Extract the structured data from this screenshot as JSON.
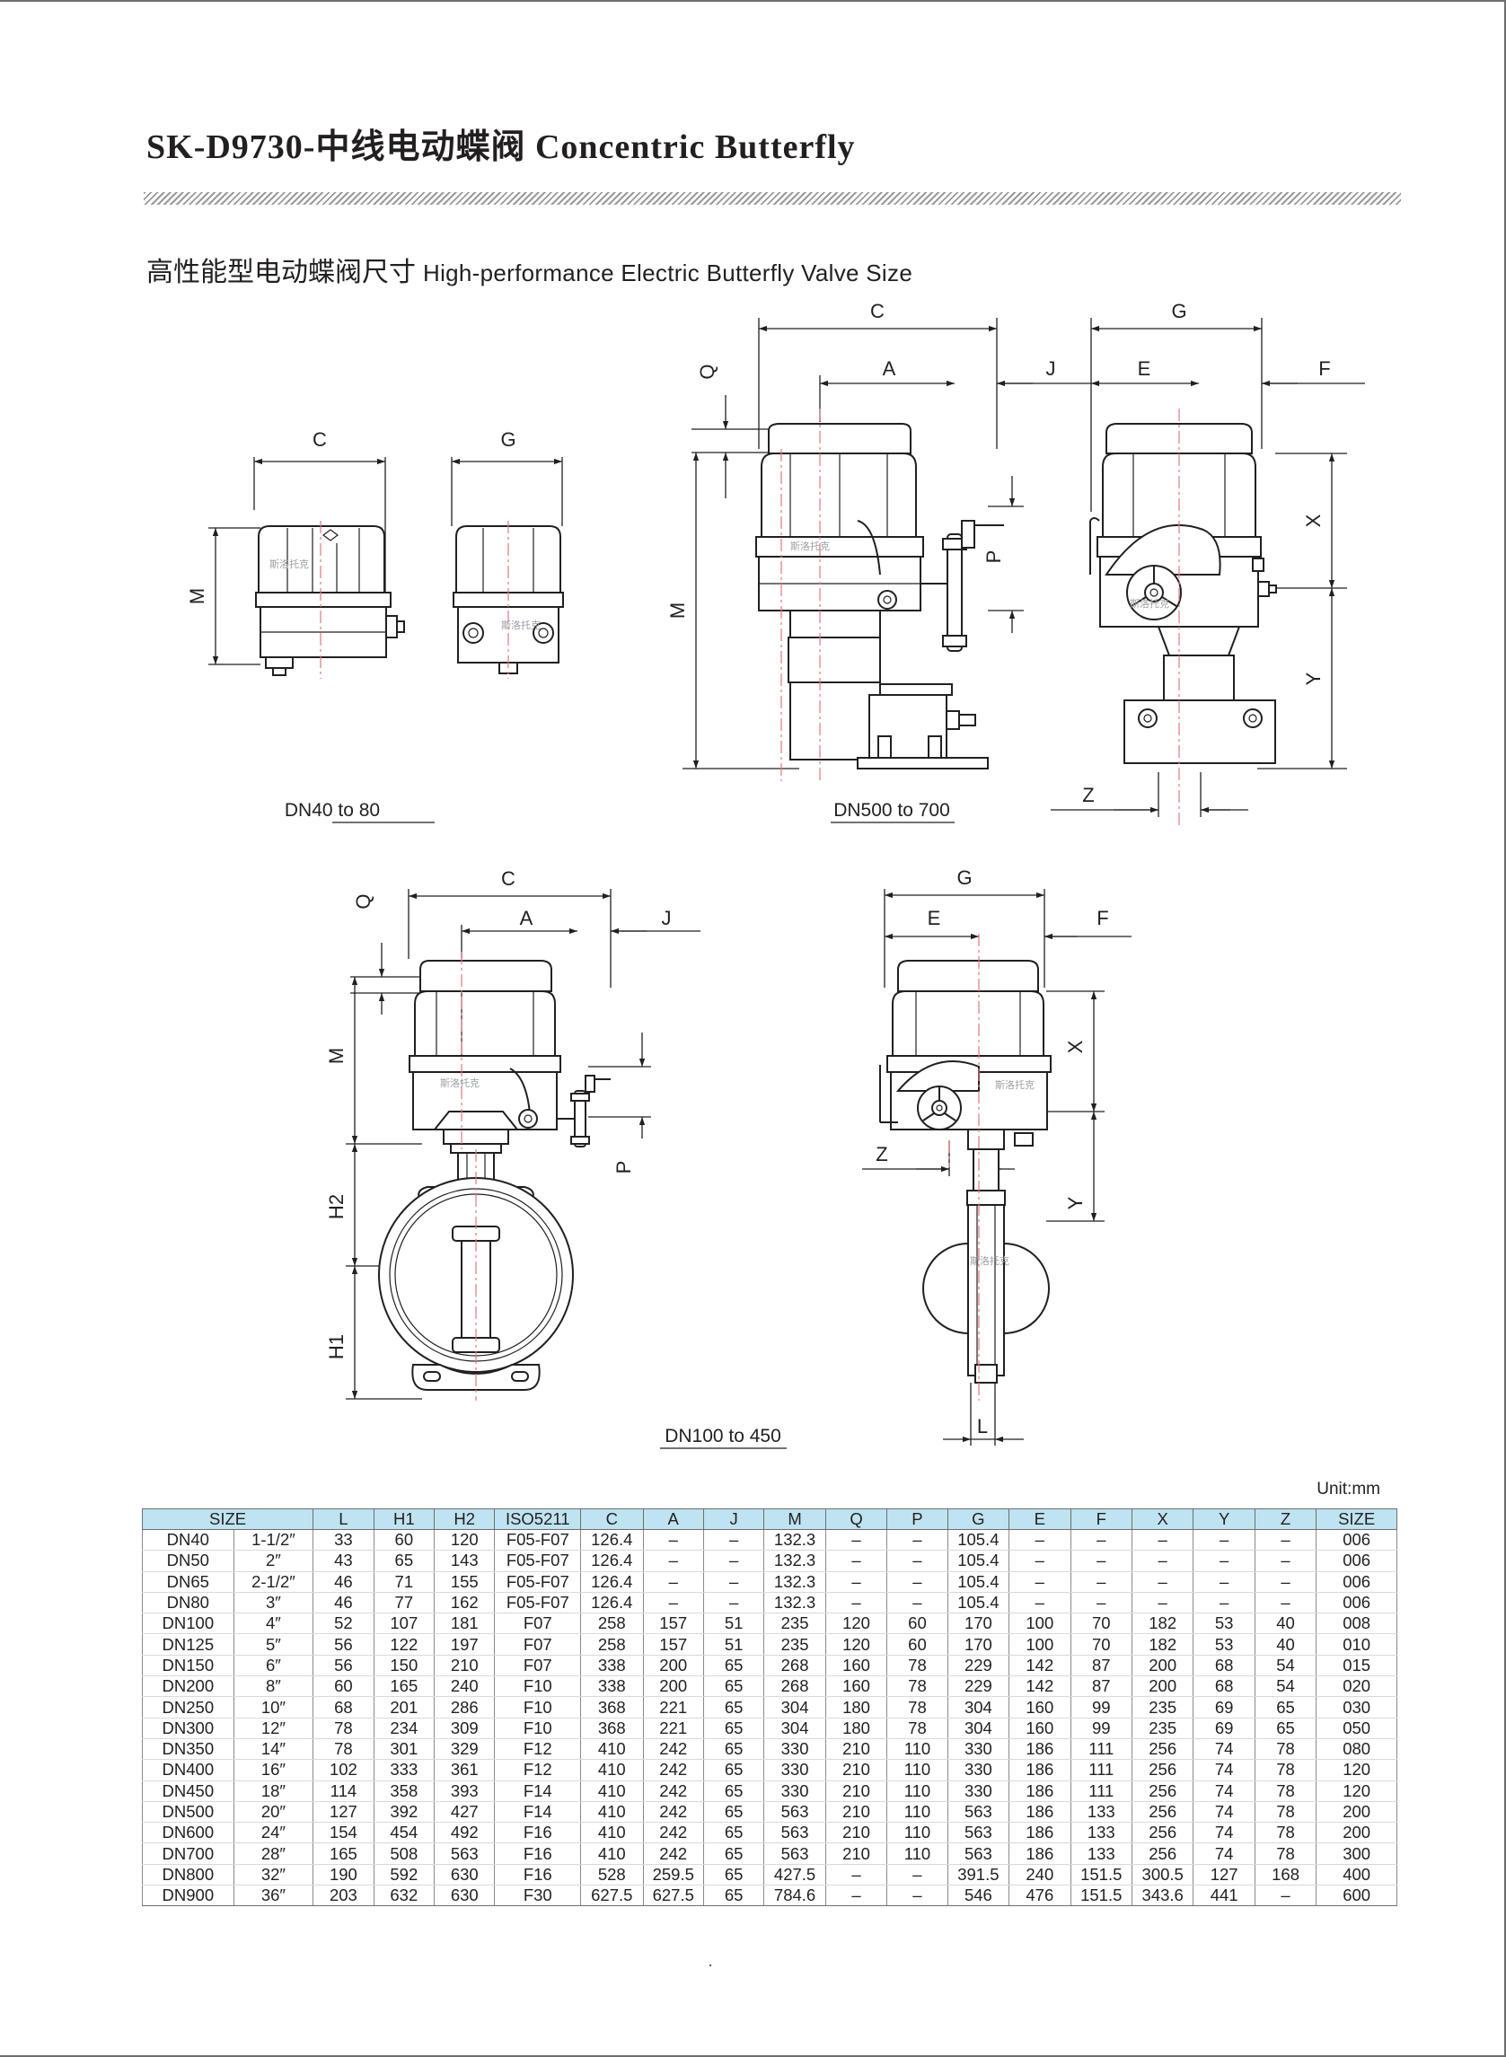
{
  "page": {
    "title": "SK-D9730-中线电动蝶阀 Concentric Butterfly",
    "section_cn": "高性能型电动蝶阀尺寸",
    "section_en": "High-performance Electric Butterfly Valve Size",
    "unit": "Unit:mm"
  },
  "drawings": {
    "captions": {
      "small": "DN40 to 80",
      "large": "DN500 to 700",
      "wafer": "DN100 to 450"
    },
    "watermark": "斯洛托克"
  },
  "table": {
    "headers": [
      "SIZE",
      "L",
      "H1",
      "H2",
      "ISO5211",
      "C",
      "A",
      "J",
      "M",
      "Q",
      "P",
      "G",
      "E",
      "F",
      "X",
      "Y",
      "Z",
      "SIZE"
    ],
    "rows": [
      [
        "DN40",
        "1-1/2″",
        "33",
        "60",
        "120",
        "F05-F07",
        "126.4",
        "–",
        "–",
        "132.3",
        "–",
        "–",
        "105.4",
        "–",
        "–",
        "–",
        "–",
        "–",
        "006"
      ],
      [
        "DN50",
        "2″",
        "43",
        "65",
        "143",
        "F05-F07",
        "126.4",
        "–",
        "–",
        "132.3",
        "–",
        "–",
        "105.4",
        "–",
        "–",
        "–",
        "–",
        "–",
        "006"
      ],
      [
        "DN65",
        "2-1/2″",
        "46",
        "71",
        "155",
        "F05-F07",
        "126.4",
        "–",
        "–",
        "132.3",
        "–",
        "–",
        "105.4",
        "–",
        "–",
        "–",
        "–",
        "–",
        "006"
      ],
      [
        "DN80",
        "3″",
        "46",
        "77",
        "162",
        "F05-F07",
        "126.4",
        "–",
        "–",
        "132.3",
        "–",
        "–",
        "105.4",
        "–",
        "–",
        "–",
        "–",
        "–",
        "006"
      ],
      [
        "DN100",
        "4″",
        "52",
        "107",
        "181",
        "F07",
        "258",
        "157",
        "51",
        "235",
        "120",
        "60",
        "170",
        "100",
        "70",
        "182",
        "53",
        "40",
        "008"
      ],
      [
        "DN125",
        "5″",
        "56",
        "122",
        "197",
        "F07",
        "258",
        "157",
        "51",
        "235",
        "120",
        "60",
        "170",
        "100",
        "70",
        "182",
        "53",
        "40",
        "010"
      ],
      [
        "DN150",
        "6″",
        "56",
        "150",
        "210",
        "F07",
        "338",
        "200",
        "65",
        "268",
        "160",
        "78",
        "229",
        "142",
        "87",
        "200",
        "68",
        "54",
        "015"
      ],
      [
        "DN200",
        "8″",
        "60",
        "165",
        "240",
        "F10",
        "338",
        "200",
        "65",
        "268",
        "160",
        "78",
        "229",
        "142",
        "87",
        "200",
        "68",
        "54",
        "020"
      ],
      [
        "DN250",
        "10″",
        "68",
        "201",
        "286",
        "F10",
        "368",
        "221",
        "65",
        "304",
        "180",
        "78",
        "304",
        "160",
        "99",
        "235",
        "69",
        "65",
        "030"
      ],
      [
        "DN300",
        "12″",
        "78",
        "234",
        "309",
        "F10",
        "368",
        "221",
        "65",
        "304",
        "180",
        "78",
        "304",
        "160",
        "99",
        "235",
        "69",
        "65",
        "050"
      ],
      [
        "DN350",
        "14″",
        "78",
        "301",
        "329",
        "F12",
        "410",
        "242",
        "65",
        "330",
        "210",
        "110",
        "330",
        "186",
        "111",
        "256",
        "74",
        "78",
        "080"
      ],
      [
        "DN400",
        "16″",
        "102",
        "333",
        "361",
        "F12",
        "410",
        "242",
        "65",
        "330",
        "210",
        "110",
        "330",
        "186",
        "111",
        "256",
        "74",
        "78",
        "120"
      ],
      [
        "DN450",
        "18″",
        "114",
        "358",
        "393",
        "F14",
        "410",
        "242",
        "65",
        "330",
        "210",
        "110",
        "330",
        "186",
        "111",
        "256",
        "74",
        "78",
        "120"
      ],
      [
        "DN500",
        "20″",
        "127",
        "392",
        "427",
        "F14",
        "410",
        "242",
        "65",
        "563",
        "210",
        "110",
        "563",
        "186",
        "133",
        "256",
        "74",
        "78",
        "200"
      ],
      [
        "DN600",
        "24″",
        "154",
        "454",
        "492",
        "F16",
        "410",
        "242",
        "65",
        "563",
        "210",
        "110",
        "563",
        "186",
        "133",
        "256",
        "74",
        "78",
        "200"
      ],
      [
        "DN700",
        "28″",
        "165",
        "508",
        "563",
        "F16",
        "410",
        "242",
        "65",
        "563",
        "210",
        "110",
        "563",
        "186",
        "133",
        "256",
        "74",
        "78",
        "300"
      ],
      [
        "DN800",
        "32″",
        "190",
        "592",
        "630",
        "F16",
        "528",
        "259.5",
        "65",
        "427.5",
        "–",
        "–",
        "391.5",
        "240",
        "151.5",
        "300.5",
        "127",
        "168",
        "400"
      ],
      [
        "DN900",
        "36″",
        "203",
        "632",
        "630",
        "F30",
        "627.5",
        "627.5",
        "65",
        "784.6",
        "–",
        "–",
        "546",
        "476",
        "151.5",
        "343.6",
        "441",
        "–",
        "600"
      ]
    ]
  }
}
